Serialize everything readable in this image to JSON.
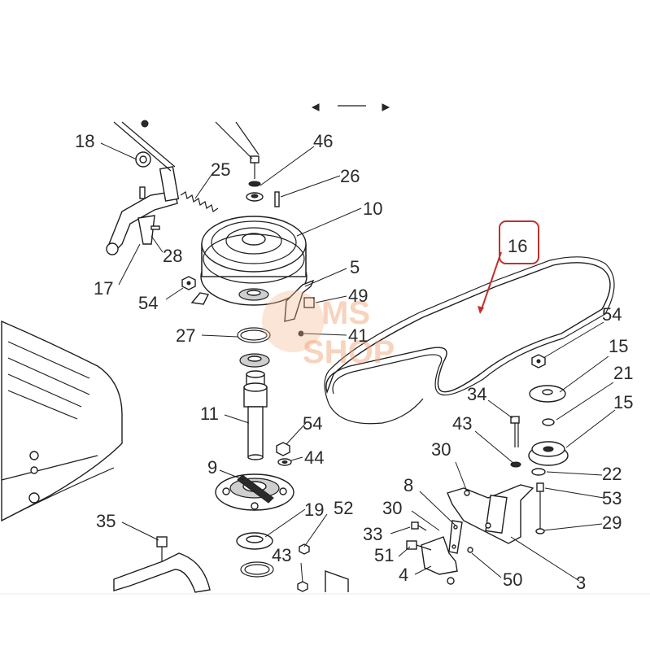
{
  "colors": {
    "highlight": "#c0312f",
    "lines": "#1e1e1e",
    "background": "#ffffff"
  },
  "watermark": {
    "line1": "MS",
    "line2": "SHOP"
  },
  "highlight_label": "16",
  "labels": {
    "l18": "18",
    "l46": "46",
    "l25": "25",
    "l26": "26",
    "l10": "10",
    "l28": "28",
    "l17": "17",
    "l5": "5",
    "l54a": "54",
    "l49": "49",
    "l27": "27",
    "l41": "41",
    "l11": "11",
    "l54b": "54",
    "l44": "44",
    "l9": "9",
    "l19": "19",
    "l52": "52",
    "l35": "35",
    "l43a": "43",
    "l54c": "54",
    "l15a": "15",
    "l21": "21",
    "l15b": "15",
    "l34": "34",
    "l43b": "43",
    "l30a": "30",
    "l22": "22",
    "l8": "8",
    "l53": "53",
    "l30b": "30",
    "l29": "29",
    "l33": "33",
    "l51": "51",
    "l50": "50",
    "l4": "4",
    "l3": "3"
  }
}
